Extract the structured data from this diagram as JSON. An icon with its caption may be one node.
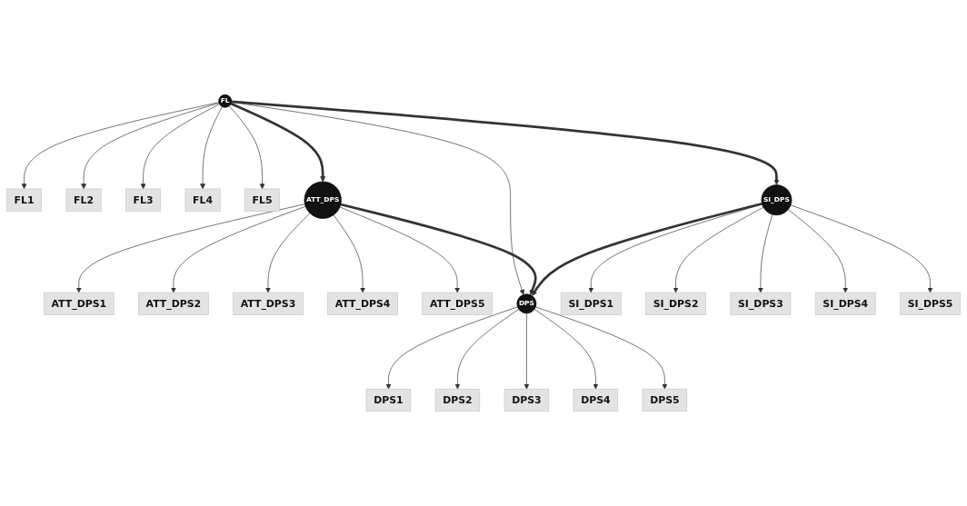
{
  "diagram": {
    "nodes": [
      {
        "text": [
          "ATT_DPS1"
        ]
      },
      {
        "text": [
          "ATT_DPS2"
        ]
      },
      {
        "text": [
          "ATT_DPS3"
        ]
      },
      {
        "text": [
          "ATT_DPS4"
        ]
      },
      {
        "text": [
          "ATT_DPS5"
        ]
      },
      {
        "text": [
          "FL1"
        ]
      },
      {
        "text": [
          "FL2"
        ]
      },
      {
        "text": [
          "FL3"
        ]
      },
      {
        "text": [
          "FL4"
        ]
      },
      {
        "text": [
          "FL5"
        ]
      },
      {
        "text": [
          "FL"
        ]
      },
      {
        "text": [
          "ATT_DPS"
        ]
      },
      {
        "text": [
          "SI_DPS"
        ]
      },
      {
        "text": [
          "DPS"
        ]
      },
      {
        "text": [
          "DPS1"
        ]
      },
      {
        "text": [
          "DPS2"
        ]
      },
      {
        "text": [
          "DPS3"
        ]
      },
      {
        "text": [
          "DPS4"
        ]
      },
      {
        "text": [
          "DPS5"
        ]
      },
      {
        "text": [
          "SI_DPS1"
        ]
      },
      {
        "text": [
          "SI_DPS2"
        ]
      },
      {
        "text": [
          "SI_DPS3"
        ]
      },
      {
        "text": [
          "SI_DPS4"
        ]
      },
      {
        "text": [
          "SI_DPS5"
        ]
      }
    ],
    "edges": [
      {
        "from": 10,
        "to": 5,
        "arrow": "to"
      },
      {
        "from": 10,
        "to": 6,
        "arrow": "to"
      },
      {
        "from": 10,
        "to": 7,
        "arrow": "to"
      },
      {
        "from": 10,
        "to": 8,
        "arrow": "to"
      },
      {
        "from": 10,
        "to": 9,
        "arrow": "to"
      },
      {
        "from": 11,
        "to": 0,
        "arrow": "to"
      },
      {
        "from": 11,
        "to": 1,
        "arrow": "to"
      },
      {
        "from": 11,
        "to": 2,
        "arrow": "to"
      },
      {
        "from": 11,
        "to": 3,
        "arrow": "to"
      },
      {
        "from": 11,
        "to": 4,
        "arrow": "to"
      },
      {
        "from": 10,
        "to": 11,
        "arrow": "to",
        "style": "thick"
      },
      {
        "from": 10,
        "to": 12,
        "arrow": "to",
        "style": "thick"
      },
      {
        "from": 10,
        "to": 13,
        "arrow": "to"
      },
      {
        "from": 11,
        "to": 13,
        "arrow": "to",
        "style": "thick"
      },
      {
        "from": 12,
        "to": 13,
        "arrow": "to",
        "style": "thick"
      },
      {
        "from": 13,
        "to": 14,
        "arrow": "to"
      },
      {
        "from": 13,
        "to": 15,
        "arrow": "to"
      },
      {
        "from": 13,
        "to": 16,
        "arrow": "to"
      },
      {
        "from": 13,
        "to": 17,
        "arrow": "to"
      },
      {
        "from": 13,
        "to": 18,
        "arrow": "to"
      },
      {
        "from": 12,
        "to": 19,
        "arrow": "to"
      },
      {
        "from": 12,
        "to": 20,
        "arrow": "to"
      },
      {
        "from": 12,
        "to": 21,
        "arrow": "to"
      },
      {
        "from": 12,
        "to": 22,
        "arrow": "to"
      },
      {
        "from": 12,
        "to": 23,
        "arrow": "to"
      }
    ]
  }
}
